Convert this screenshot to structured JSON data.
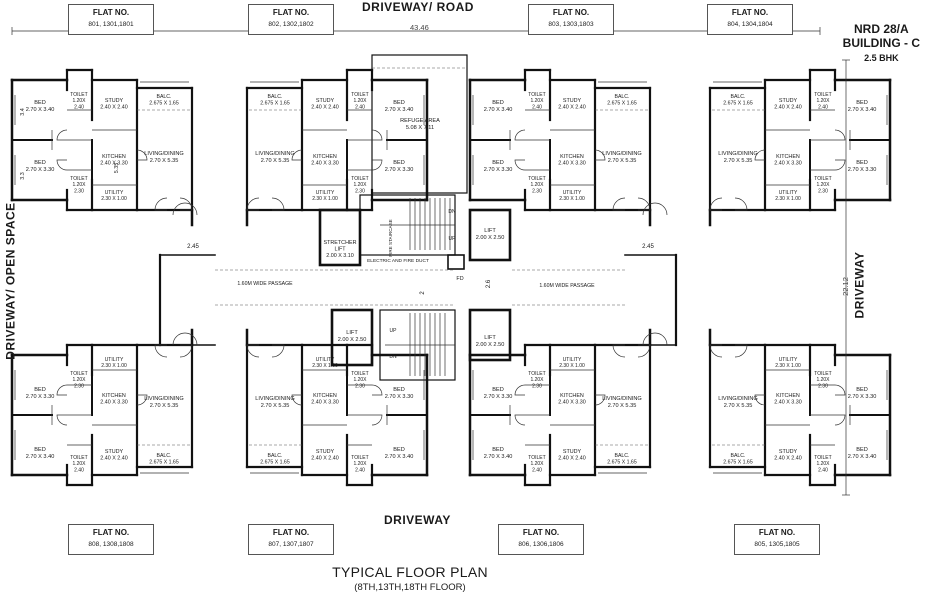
{
  "roads": {
    "top": "DRIVEWAY/ ROAD",
    "bottom": "DRIVEWAY",
    "right": "DRIVEWAY",
    "left": "DRIVEWAY/ OPEN SPACE"
  },
  "building": {
    "line1": "NRD 28/A",
    "line2": "BUILDING - C",
    "line3": "2.5 BHK"
  },
  "title": {
    "main": "TYPICAL FLOOR PLAN",
    "sub": "(8TH,13TH,18TH FLOOR)"
  },
  "dimensions": {
    "overall_width": "43.46",
    "overall_depth": "22.12"
  },
  "flat_label": "FLAT NO.",
  "flats": {
    "top": [
      "801, 1301,1801",
      "802, 1302,1802",
      "803, 1303,1803",
      "804, 1304,1804"
    ],
    "bottom": [
      "808, 1308,1808",
      "807, 1307,1807",
      "806, 1306,1806",
      "805, 1305,1805"
    ]
  },
  "rooms": {
    "bed_1": [
      "BED",
      "2.70 X 3.40"
    ],
    "bed_2": [
      "BED",
      "2.70 X 3.30"
    ],
    "toilet": [
      "TOILET",
      "1.20X",
      "2.40"
    ],
    "toilet_b": [
      "TOILET",
      "1.20X",
      "2.30"
    ],
    "study": [
      "STUDY",
      "2.40 X 2.40"
    ],
    "balc": [
      "BALC.",
      "2.675 X 1.65"
    ],
    "living": [
      "LIVING/DINING",
      "2.70 X 5.35"
    ],
    "kitchen": [
      "KITCHEN",
      "2.40 X 3.30"
    ],
    "utility": [
      "UTILITY",
      "2.30 X 1.00"
    ],
    "refuge": [
      "REFUGE AREA",
      "5.08 X 7.11"
    ],
    "stretcher": [
      "STRETCHER",
      "LIFT",
      "2.00 X 3.10"
    ],
    "lift": [
      "LIFT",
      "2.00 X 2.50"
    ],
    "fire_stair": "FIRE STAIRCASE",
    "elec_duct": "ELECTRIC AND FIRE DUCT",
    "fd": "FD",
    "passage": "1.60M WIDE PASSAGE",
    "up": "UP",
    "dn": "DN"
  },
  "small_dims": {
    "d245": "2.45",
    "d2": "2",
    "d26": "2.6",
    "d34": "3.4",
    "d33": "3.3",
    "d535": "5.35"
  }
}
